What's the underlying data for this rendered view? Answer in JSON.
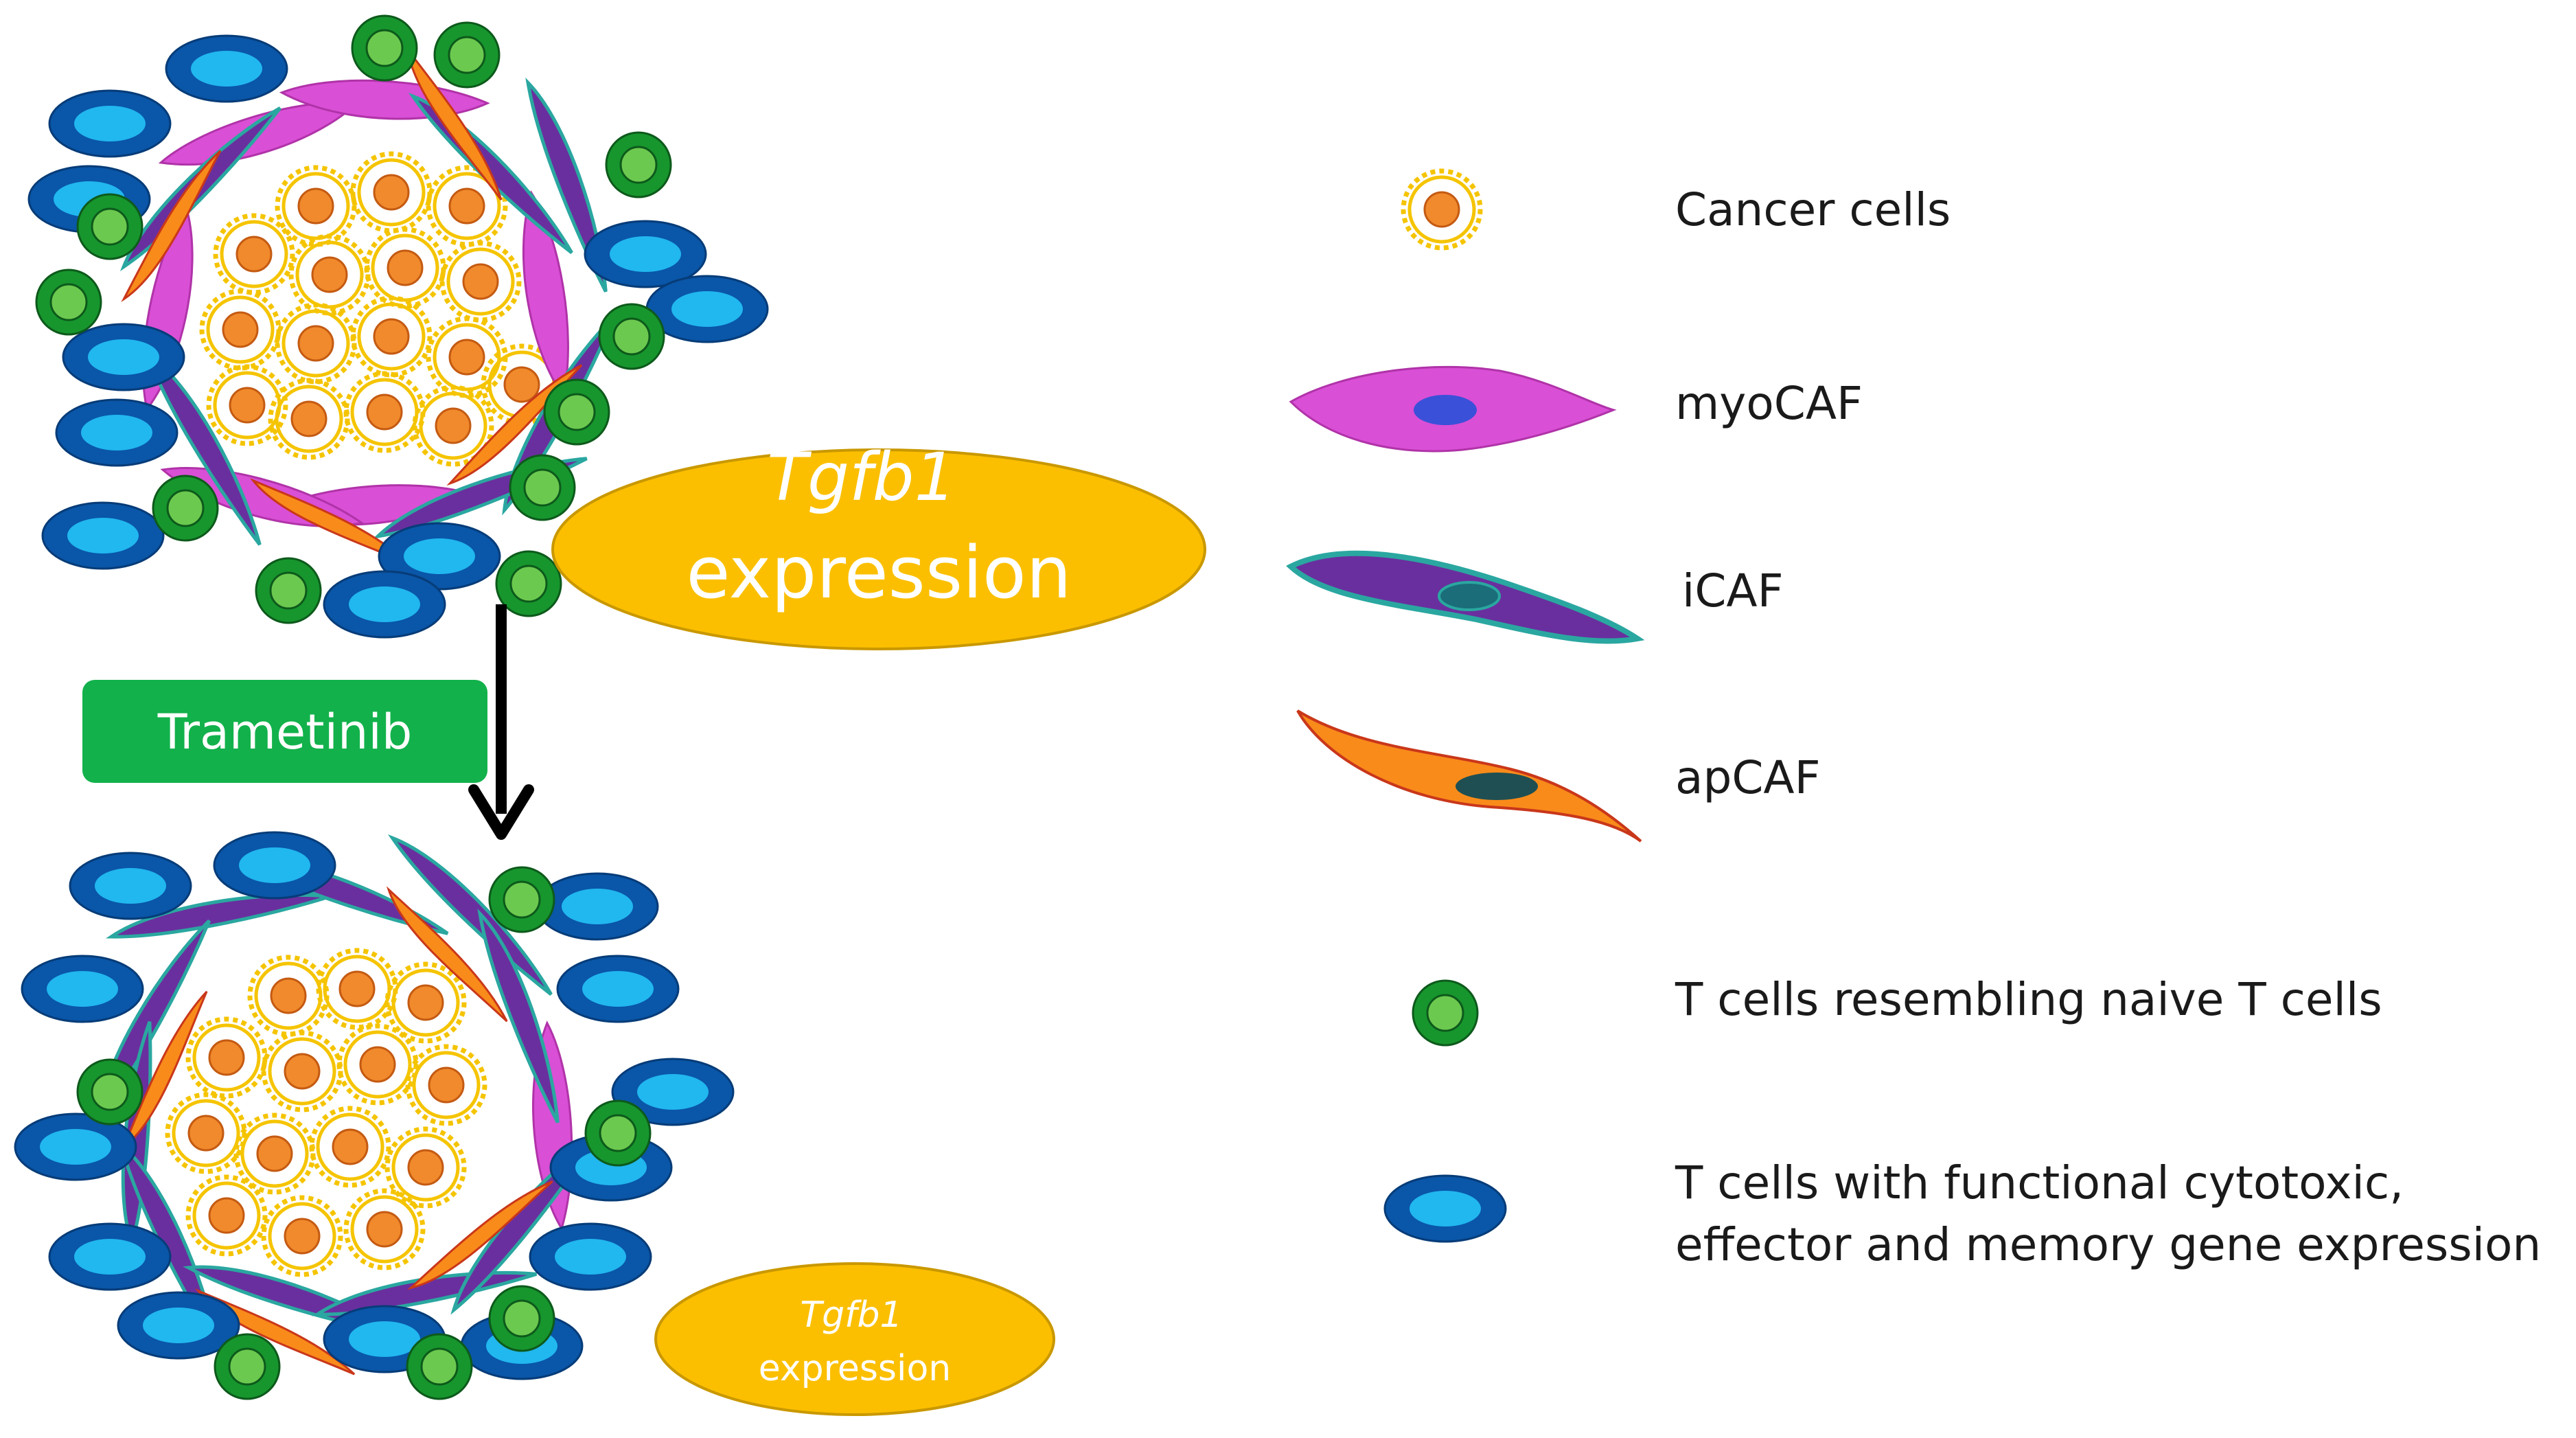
{
  "diagram": {
    "before_panel": {
      "tgfb1_gene": "Tgfb1",
      "tgfb1_word": "expression"
    },
    "treatment": {
      "drug_label": "Trametinib"
    },
    "after_panel": {
      "tgfb1_gene": "Tgfb1",
      "tgfb1_word": "expression"
    },
    "legend": [
      {
        "id": "cancer",
        "label": "Cancer cells"
      },
      {
        "id": "myocaf",
        "label": "myoCAF"
      },
      {
        "id": "icaf",
        "label": "iCAF"
      },
      {
        "id": "apcaf",
        "label": "apCAF"
      },
      {
        "id": "naive",
        "label": "T cells resembling naive T cells"
      },
      {
        "id": "effector",
        "label_line1": "T cells with functional cytotoxic,",
        "label_line2": "effector and memory gene expression"
      }
    ],
    "colors": {
      "cancer_outline": "#f5c400",
      "cancer_nucleus": "#f08a2c",
      "myocaf": "#d94fd6",
      "myocaf_nucleus": "#3a50d8",
      "icaf": "#6a2f9e",
      "icaf_edge": "#2aa7a0",
      "apcaf": "#f98b1a",
      "apcaf_nucleus": "#1f4f52",
      "naive_outer": "#17962e",
      "naive_inner": "#6cc94f",
      "effector_outer": "#0a56a8",
      "effector_inner": "#21b7ef",
      "tgfb_ellipse": "#fbbf00",
      "trametinib_box": "#12b14b"
    }
  }
}
